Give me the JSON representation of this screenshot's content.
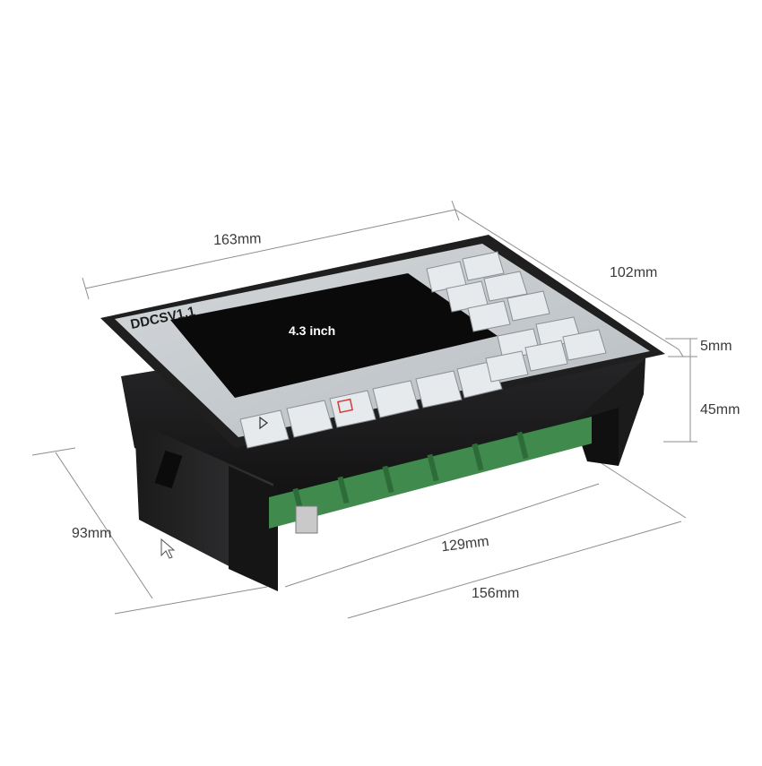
{
  "product": {
    "model_label": "DDCSV1.1",
    "screen_size_label": "4.3 inch"
  },
  "dimensions": {
    "length_top": "163mm",
    "depth_top": "102mm",
    "bezel": "5mm",
    "body_height": "45mm",
    "depth_bottom": "93mm",
    "inner_length": "129mm",
    "outer_length": "156mm"
  },
  "colors": {
    "panel_face": "#c9ced2",
    "bezel": "#1f1f20",
    "screen": "#0a0a0a",
    "terminal_green": "#3f8a4c",
    "dimension_line": "#8d8d8d"
  }
}
